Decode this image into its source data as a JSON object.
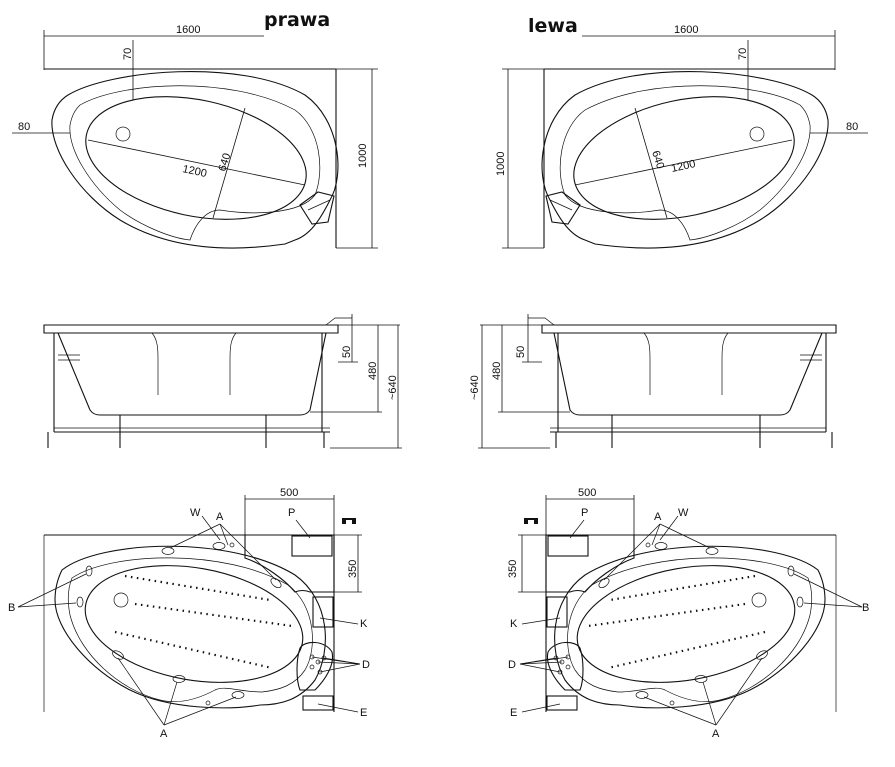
{
  "titles": {
    "right": "prawa",
    "left": "lewa"
  },
  "dims": {
    "length": "1600",
    "width": "1000",
    "rim": "70",
    "side": "80",
    "inner_len": "1200",
    "inner_wid": "640",
    "rim_h": "50",
    "depth": "480",
    "total_h": "~640",
    "panel_w": "500",
    "panel_h": "350"
  },
  "labels": {
    "W": "W",
    "A": "A",
    "B": "B",
    "P": "P",
    "K": "K",
    "D": "D",
    "E": "E"
  }
}
